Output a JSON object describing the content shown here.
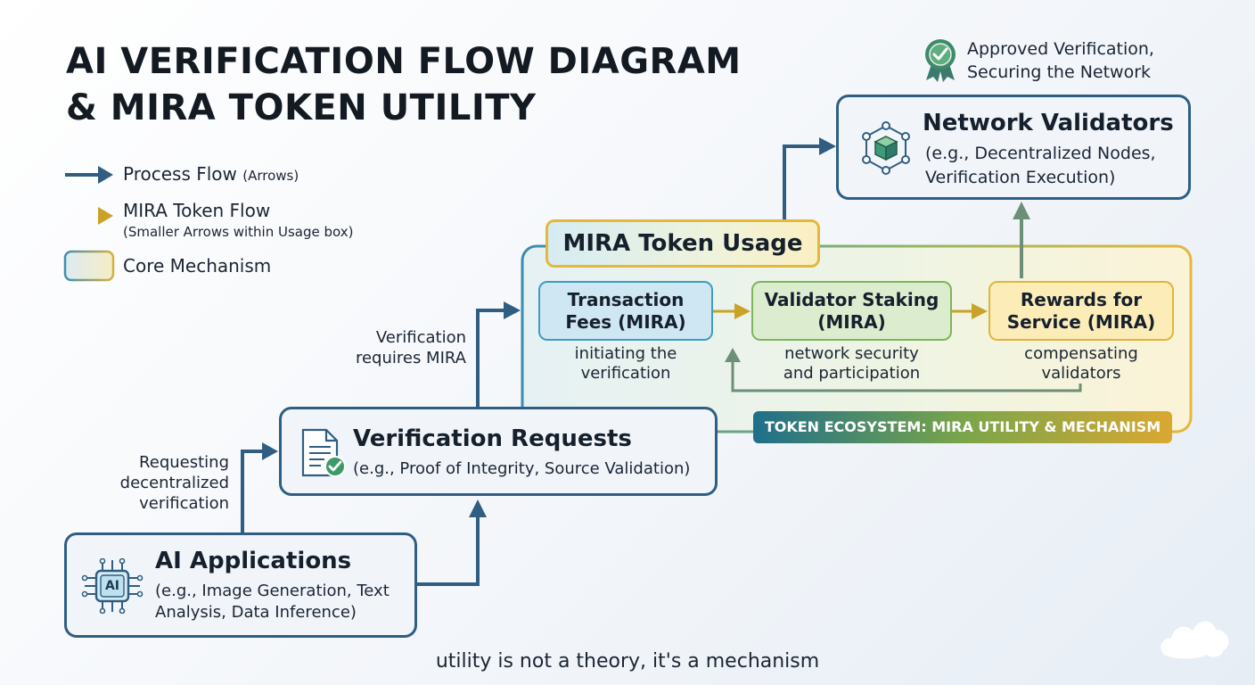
{
  "title": {
    "line1": "AI VERIFICATION FLOW DIAGRAM",
    "line2": "& MIRA TOKEN UTILITY"
  },
  "legend": {
    "process_flow": "Process Flow",
    "process_flow_note": "(Arrows)",
    "token_flow": "MIRA Token Flow",
    "token_flow_note": "(Smaller Arrows within Usage box)",
    "core_mechanism": "Core Mechanism"
  },
  "badge": {
    "icon": "ribbon-check-icon",
    "line1": "Approved Verification,",
    "line2": "Securing the Network"
  },
  "nodes": {
    "network_validators": {
      "title": "Network Validators",
      "desc_line1": "(e.g., Decentralized Nodes,",
      "desc_line2": "Verification Execution)",
      "icon": "network-cube-icon"
    },
    "verification_requests": {
      "title": "Verification Requests",
      "desc": "(e.g., Proof of Integrity, Source Validation)",
      "icon": "document-check-icon"
    },
    "ai_applications": {
      "title": "AI Applications",
      "desc_line1": "(e.g., Image Generation, Text",
      "desc_line2": "Analysis, Data Inference)",
      "icon": "ai-chip-icon",
      "icon_text": "AI"
    }
  },
  "usage": {
    "title": "MIRA Token Usage",
    "items": [
      {
        "line1": "Transaction",
        "line2": "Fees (MIRA)",
        "cap1": "initiating the",
        "cap2": "verification",
        "color": "#cfe7f3",
        "border": "#3f9cbf"
      },
      {
        "line1": "Validator Staking",
        "line2": "(MIRA)",
        "cap1": "network security",
        "cap2": "and participation",
        "color": "#dceccf",
        "border": "#7fb55a"
      },
      {
        "line1": "Rewards for",
        "line2": "Service (MIRA)",
        "cap1": "compensating",
        "cap2": "validators",
        "color": "#fbecb8",
        "border": "#e2b53a"
      }
    ],
    "ecosystem_label": "TOKEN ECOSYSTEM: MIRA UTILITY & MECHANISM"
  },
  "edge_labels": {
    "requesting": [
      "Requesting",
      "decentralized",
      "verification"
    ],
    "requires": [
      "Verification",
      "requires MIRA"
    ]
  },
  "footer": "utility is not a theory, it's a mechanism",
  "colors": {
    "process_arrow": "#2f5e82",
    "token_arrow": "#c9a227",
    "validator_arrow": "#6d8f78",
    "gradient_start": "#2a6f93",
    "gradient_end": "#d9b23a"
  }
}
